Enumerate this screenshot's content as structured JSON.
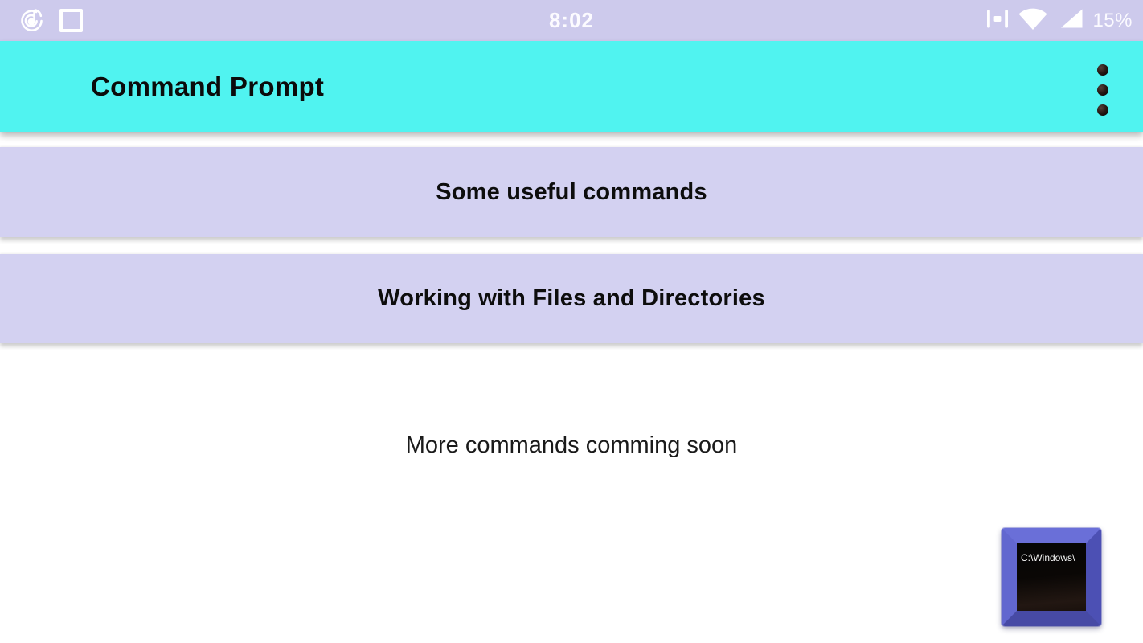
{
  "status_bar": {
    "time": "8:02",
    "battery_percent": "15%",
    "left_icons": [
      "music-player-notification",
      "screenshot-square"
    ],
    "right_icons": [
      "vibrate",
      "wifi",
      "cellular-signal"
    ]
  },
  "app_bar": {
    "title": "Command Prompt"
  },
  "commands_menu": {
    "buttons": [
      {
        "label": "Some useful commands"
      },
      {
        "label": "Working with Files and Directories"
      }
    ]
  },
  "content": {
    "note": "More commands comming soon"
  },
  "app_logo": {
    "screen_text": "C:\\Windows\\"
  },
  "colors": {
    "status_bar_bg": "#cdcaec",
    "app_bar_bg": "#50f3f0",
    "button_bg": "#d3d1f1",
    "page_bg": "#ffffff",
    "logo_frame": "#5c61c9",
    "text": "#0d0d0d"
  }
}
